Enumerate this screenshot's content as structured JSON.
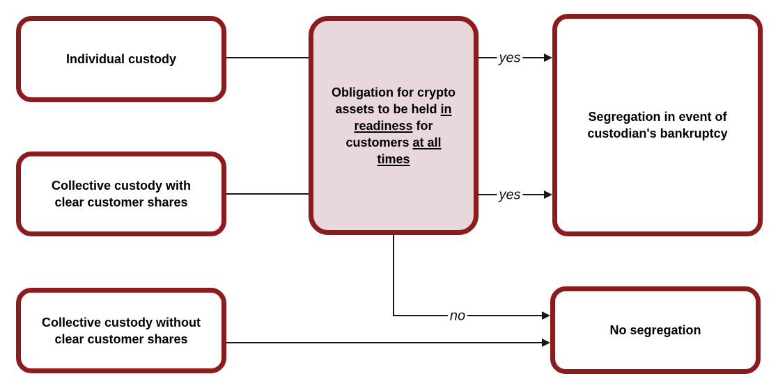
{
  "diagram": {
    "type": "flowchart",
    "colors": {
      "box_border": "#8e1b1b",
      "highlight_fill": "#e8d8dc",
      "box_fill": "#ffffff",
      "line": "#161616",
      "background": "#ffffff"
    },
    "nodes": {
      "individual": {
        "lines": [
          [
            {
              "t": "Individual custody"
            }
          ]
        ]
      },
      "collective_with": {
        "lines": [
          [
            {
              "t": "Collective custody with"
            }
          ],
          [
            {
              "t": "clear customer shares"
            }
          ]
        ]
      },
      "collective_without": {
        "lines": [
          [
            {
              "t": "Collective custody without"
            }
          ],
          [
            {
              "t": "clear customer shares"
            }
          ]
        ]
      },
      "obligation": {
        "lines": [
          [
            {
              "t": "Obligation for crypto"
            }
          ],
          [
            {
              "t": "assets to be held "
            },
            {
              "t": "in",
              "u": true
            }
          ],
          [
            {
              "t": "readiness",
              "u": true
            },
            {
              "t": " for"
            }
          ],
          [
            {
              "t": "customers "
            },
            {
              "t": "at all",
              "u": true
            }
          ],
          [
            {
              "t": "times",
              "u": true
            }
          ]
        ]
      },
      "segregation": {
        "lines": [
          [
            {
              "t": "Segregation in event of"
            }
          ],
          [
            {
              "t": "custodian's bankruptcy"
            }
          ]
        ]
      },
      "no_segregation": {
        "lines": [
          [
            {
              "t": "No segregation"
            }
          ]
        ]
      }
    },
    "edges": {
      "yes1": "yes",
      "yes2": "yes",
      "no": "no"
    }
  }
}
